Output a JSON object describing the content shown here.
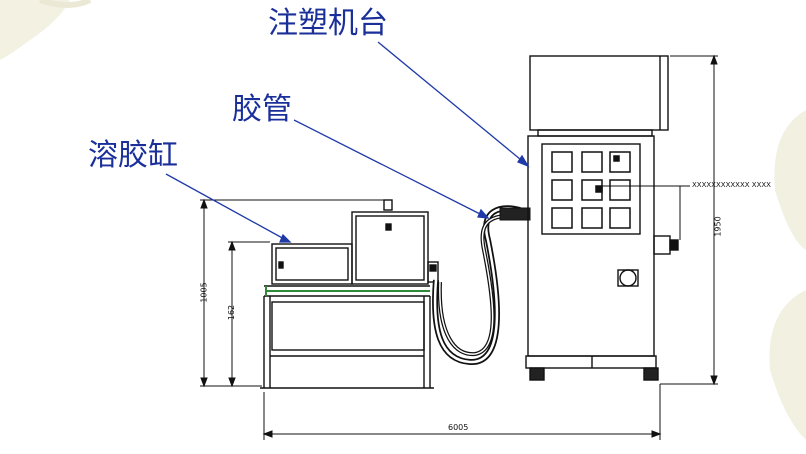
{
  "labels": {
    "molding_machine": "注塑机台",
    "hose": "胶管",
    "melt_tank": "溶胶缸"
  },
  "dimensions": {
    "total_length": "6005",
    "left_height_outer": "1005",
    "left_height_inner": "162",
    "machine_height": "1950",
    "side_note": "XXXXXXXXXXXX XXXX"
  },
  "colors": {
    "callout_text": "#1a2f9a",
    "callout_line": "#1f3aa8",
    "drawing_line": "#111111",
    "table_top_highlight": "#2e8b3a",
    "leaf_decoration": "#e6e3c9"
  }
}
